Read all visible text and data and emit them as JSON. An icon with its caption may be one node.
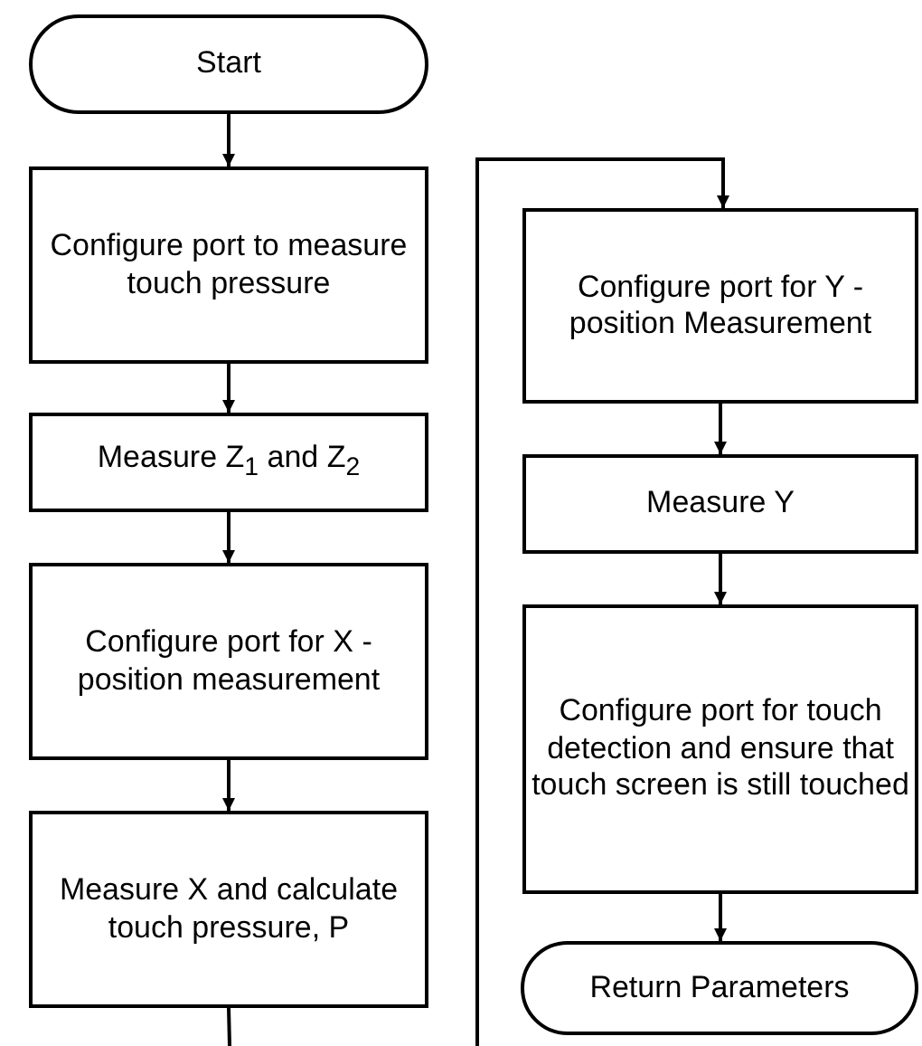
{
  "diagram": {
    "nodes": [
      {
        "text": [
          "Start"
        ]
      },
      {
        "text": [
          "Configure port to measure touch pressure"
        ]
      },
      {
        "text": [
          "Measure Z$_{1}$ and Z$_{2}$"
        ]
      },
      {
        "text": [
          "Configure port for X - position measurement"
        ]
      },
      {
        "text": [
          "Measure X and calculate touch pressure, P"
        ]
      },
      {
        "text": [
          "Configure port for Y - position Measurement"
        ]
      },
      {
        "text": [
          "Measure Y"
        ]
      },
      {
        "text": [
          "Configure port for touch detection and ensure that touch screen is still touched"
        ]
      },
      {
        "text": [
          "Return Parameters"
        ]
      }
    ],
    "edges": [
      {
        "from": 0,
        "to": 1,
        "arrow": "to"
      },
      {
        "from": 1,
        "to": 2,
        "arrow": "to"
      },
      {
        "from": 2,
        "to": 3,
        "arrow": "to"
      },
      {
        "from": 3,
        "to": 4,
        "arrow": "to"
      },
      {
        "from": 4,
        "to": null,
        "arrow": "none"
      },
      {
        "from": null,
        "to": 5,
        "arrow": "to"
      },
      {
        "from": 5,
        "to": 6,
        "arrow": "to"
      },
      {
        "from": 6,
        "to": 7,
        "arrow": "to"
      },
      {
        "from": 7,
        "to": 8,
        "arrow": "to"
      }
    ]
  }
}
